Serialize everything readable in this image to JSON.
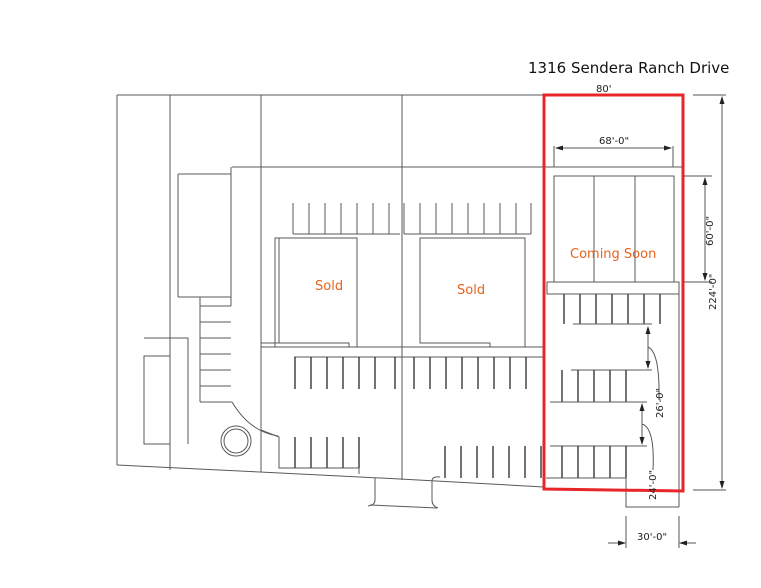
{
  "title": "1316 Sendera Ranch Drive",
  "lots": [
    {
      "label": "Sold"
    },
    {
      "label": "Sold"
    },
    {
      "label": "Coming Soon"
    }
  ],
  "dimensions": {
    "lot_width": "80'",
    "building_width": "68'-0\"",
    "building_depth": "60'-0\"",
    "lot_depth": "224'-0\"",
    "drive_aisle": "26'-0\"",
    "drive_aisle_2": "24'-0\"",
    "entry_width": "30'-0\""
  },
  "colors": {
    "highlight": "#e8262a",
    "label": "#e8621c",
    "linework": "#5a5a5a"
  }
}
